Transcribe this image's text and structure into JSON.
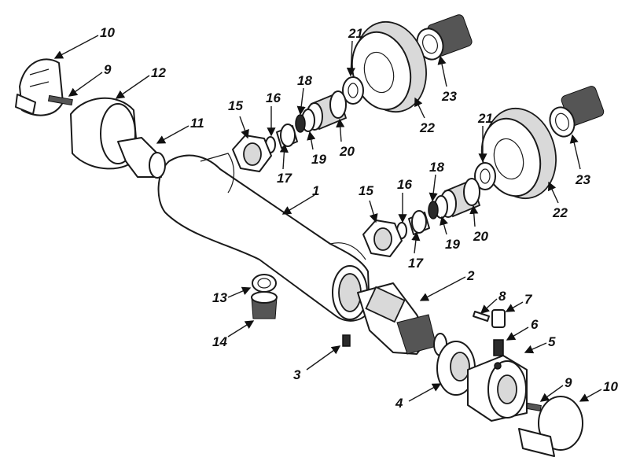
{
  "labels": {
    "l1": "1",
    "l2": "2",
    "l3": "3",
    "l4": "4",
    "l5": "5",
    "l6": "6",
    "l7": "7",
    "l8": "8",
    "l9a": "9",
    "l9b": "9",
    "l10a": "10",
    "l10b": "10",
    "l11": "11",
    "l12": "12",
    "l13": "13",
    "l14": "14",
    "l15a": "15",
    "l15b": "15",
    "l16a": "16",
    "l16b": "16",
    "l17a": "17",
    "l17b": "17",
    "l18a": "18",
    "l18b": "18",
    "l19a": "19",
    "l19b": "19",
    "l20a": "20",
    "l20b": "20",
    "l21a": "21",
    "l21b": "21",
    "l22a": "22",
    "l22b": "22",
    "l23a": "23",
    "l23b": "23"
  }
}
